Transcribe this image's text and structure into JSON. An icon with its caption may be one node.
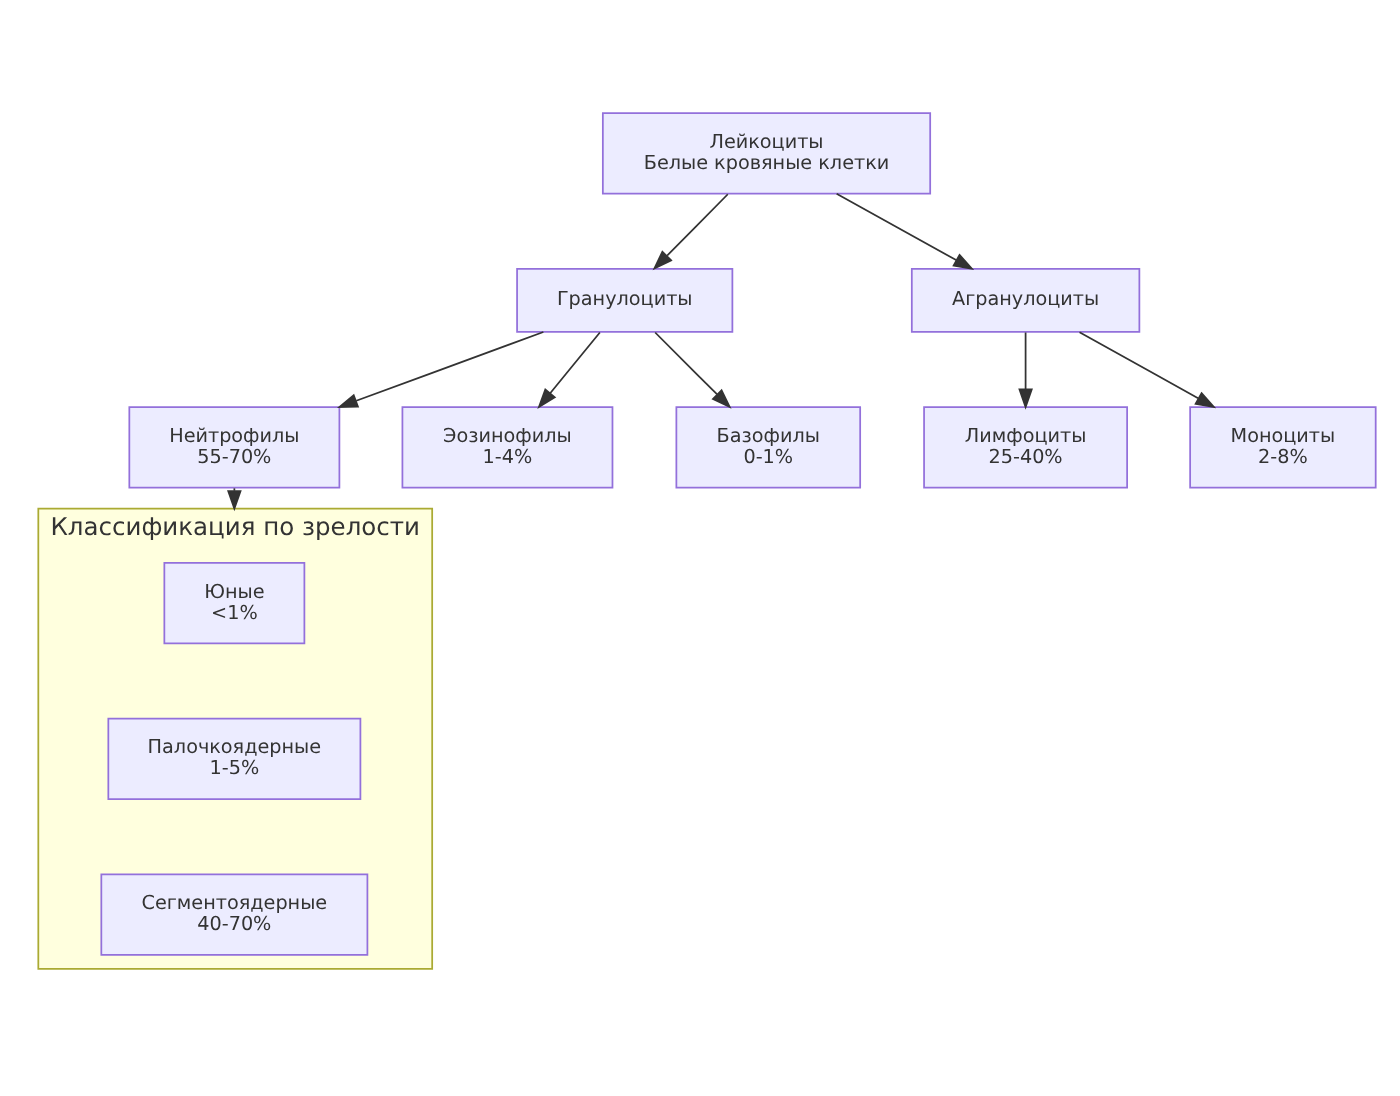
{
  "diagram": {
    "nodes": [
      {
        "text": [
          "Лейкоциты",
          "Белые кровяные клетки"
        ]
      },
      {
        "text": [
          "Гранулоциты"
        ]
      },
      {
        "text": [
          "Агранулоциты"
        ]
      },
      {
        "text": [
          "Нейтрофилы",
          "55-70%"
        ]
      },
      {
        "text": [
          "Эозинофилы",
          "1-4%"
        ]
      },
      {
        "text": [
          "Базофилы",
          "0-1%"
        ]
      },
      {
        "text": [
          "Лимфоциты",
          "25-40%"
        ]
      },
      {
        "text": [
          "Моноциты",
          "2-8%"
        ]
      },
      {
        "text": [
          "Классификация по зрелости"
        ]
      },
      {
        "text": [
          "Юные",
          "<1%"
        ],
        "in": 8
      },
      {
        "text": [
          "Палочкоядерные",
          "1-5%"
        ],
        "in": 8
      },
      {
        "text": [
          "Сегментоядерные",
          "40-70%"
        ],
        "in": 8
      }
    ],
    "edges": [
      {
        "from": 0,
        "to": 1,
        "arrow": "to"
      },
      {
        "from": 0,
        "to": 2,
        "arrow": "to"
      },
      {
        "from": 1,
        "to": 3,
        "arrow": "to"
      },
      {
        "from": 1,
        "to": 4,
        "arrow": "to"
      },
      {
        "from": 1,
        "to": 5,
        "arrow": "to"
      },
      {
        "from": 2,
        "to": 6,
        "arrow": "to"
      },
      {
        "from": 2,
        "to": 7,
        "arrow": "to"
      },
      {
        "from": 3,
        "to": 8,
        "arrow": "to"
      }
    ]
  }
}
